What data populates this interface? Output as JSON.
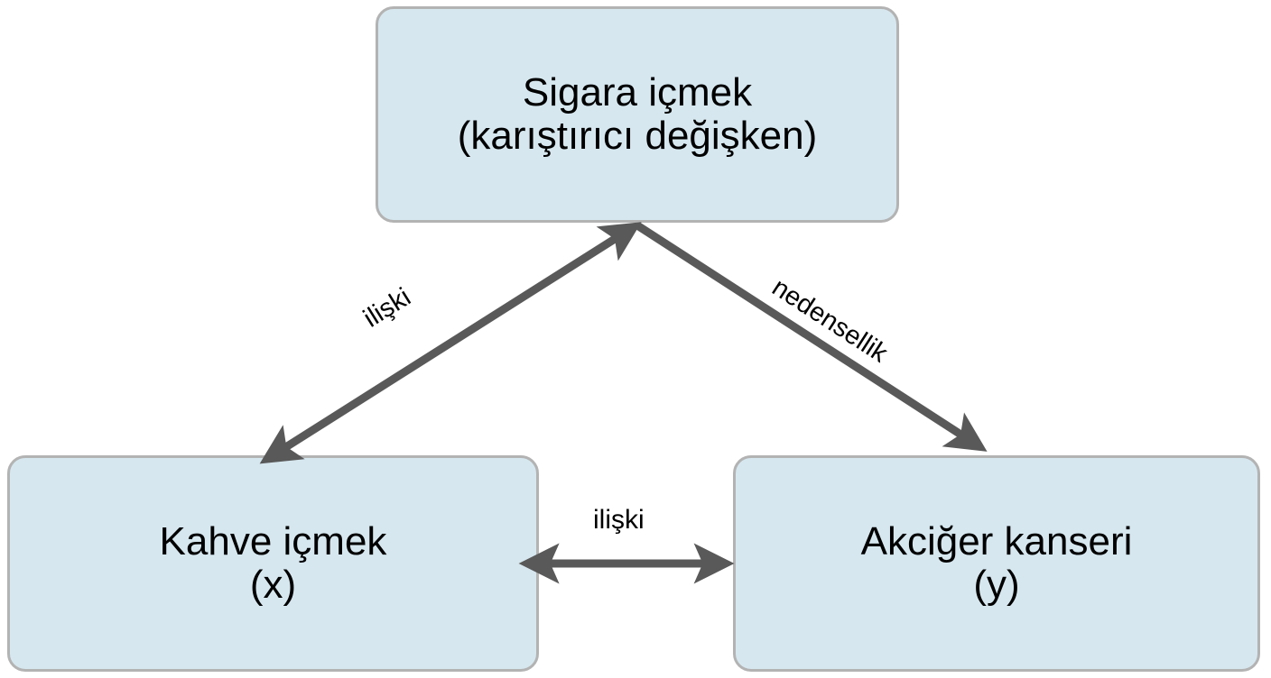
{
  "diagram": {
    "title": "Confounding variable diagram",
    "background_color": "#ffffff",
    "node_fill_color": "#d6e7ef",
    "node_border_color": "#b3b3b3",
    "arrow_color": "#595959",
    "text_color": "#000000",
    "nodes": [
      {
        "id": "confounder",
        "line1": "Sigara içmek",
        "line2": "(karıştırıcı değişken)"
      },
      {
        "id": "x",
        "line1": "Kahve içmek",
        "line2": "(x)"
      },
      {
        "id": "y",
        "line1": "Akciğer kanseri",
        "line2": "(y)"
      }
    ],
    "edges": [
      {
        "id": "x-confounder",
        "label": "ilişki",
        "from": "x",
        "to": "confounder",
        "arrowheads": "both"
      },
      {
        "id": "confounder-y",
        "label": "nedensellik",
        "from": "confounder",
        "to": "y",
        "arrowheads": "end"
      },
      {
        "id": "x-y",
        "label": "ilişki",
        "from": "x",
        "to": "y",
        "arrowheads": "both"
      }
    ]
  }
}
